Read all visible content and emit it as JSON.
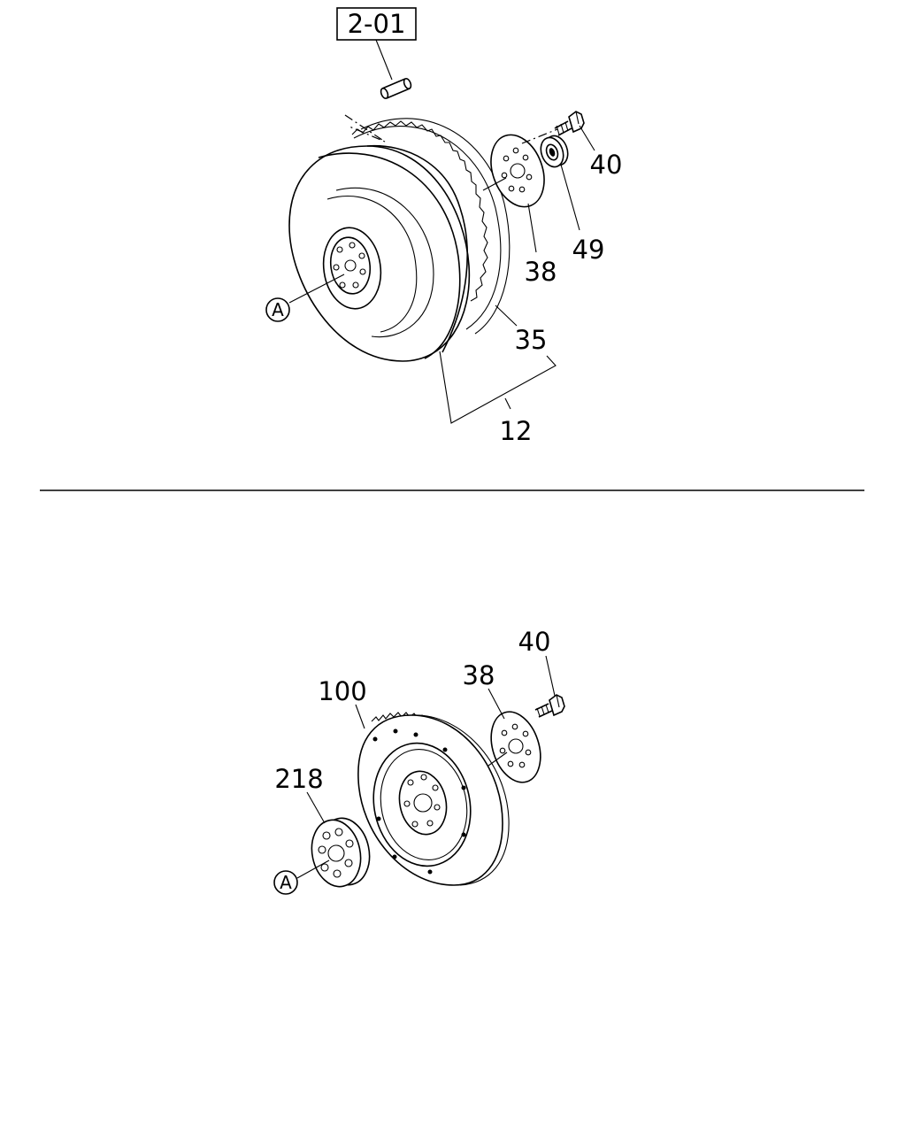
{
  "top_assembly": {
    "reference_box": "2-01",
    "callouts": {
      "flywheel_assembly": "12",
      "ring_gear": "35",
      "plate": "38",
      "bolt": "40",
      "bearing": "49"
    },
    "marker": "A"
  },
  "bottom_assembly": {
    "callouts": {
      "flywheel": "100",
      "pulley": "218",
      "plate": "38",
      "bolt": "40"
    },
    "marker": "A"
  }
}
